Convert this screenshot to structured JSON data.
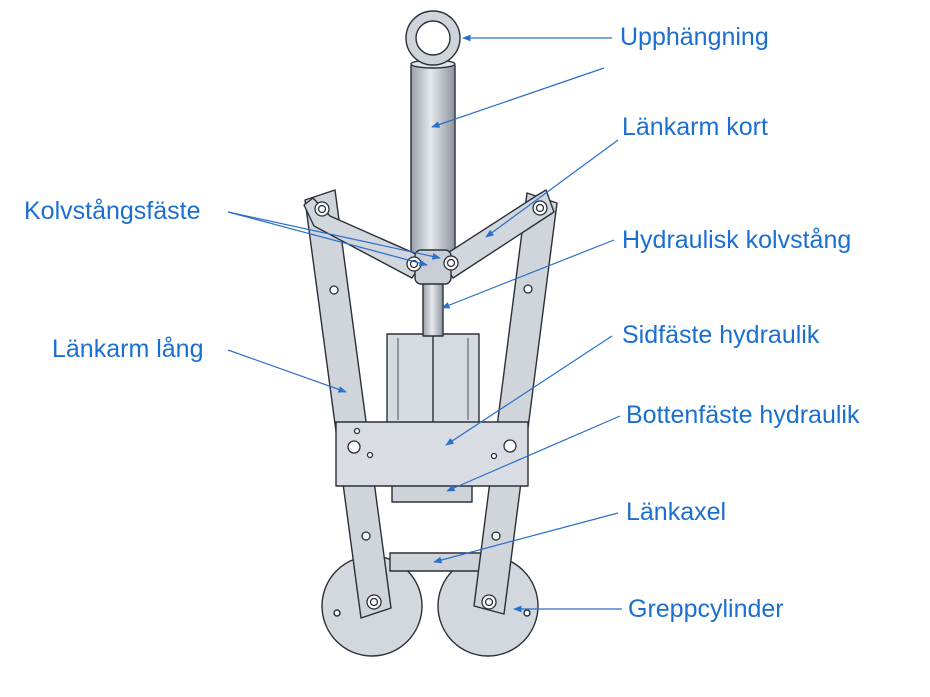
{
  "colors": {
    "metal_fill": "#d5d9e0",
    "metal_edge": "#2b2f36",
    "label_blue": "#1a6fd0",
    "leader_blue": "#2a6fc9"
  },
  "labels": {
    "upphangning": "Upphängning",
    "lankarm_kort": "Länkarm kort",
    "kolvstangsfaste": "Kolvstångsfäste",
    "hydraulisk_kolvstang": "Hydraulisk kolvstång",
    "lankarm_lang": "Länkarm lång",
    "sidfaste_hydraulik": "Sidfäste hydraulik",
    "bottenfaste_hydraulik": "Bottenfäste hydraulik",
    "lankaxel": "Länkaxel",
    "greppcylinder": "Greppcylinder"
  }
}
